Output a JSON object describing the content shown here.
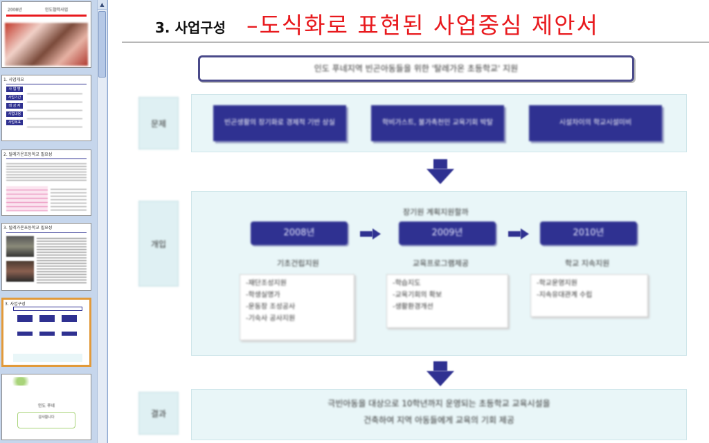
{
  "slide": {
    "title": "3. 사업구성",
    "subtitle": "–도식화로 표현된 사업중심 제안서",
    "topic": "인도 푸네지역 빈곤아동들을 위한 '탈레가온 초등학교' 지원",
    "rows": {
      "problem": {
        "label": "문제",
        "boxes": [
          "빈곤생활의 장기화로 경제적 기반 상실",
          "학비가스트, 불가촉천민 교육기회 박탈",
          "시설차이의 학교시설미비"
        ]
      },
      "intervention": {
        "label": "개입",
        "heading": "장기원 계획지원할까",
        "years": [
          {
            "year": "2008년",
            "caption": "기초건립지원",
            "items": [
              "-재단조성지원",
              "-학생실명가",
              "-운동장 조성공사",
              "-기숙사 공사지원"
            ]
          },
          {
            "year": "2009년",
            "caption": "교육프로그램제공",
            "items": [
              "-학습지도",
              "-교육기회의 확보",
              "-생활환경개선"
            ]
          },
          {
            "year": "2010년",
            "caption": "학교 지속지원",
            "items": [
              "-학교운영지원",
              "-지속유대관계 수립"
            ]
          }
        ]
      },
      "result": {
        "label": "결과",
        "lines": [
          "극빈아동을 대상으로 10학년까지 운영되는 초등학교 교육시설을",
          "건축하여 지역 아동들에게 교육의 기회 제공"
        ]
      }
    }
  },
  "thumbnails": [
    {
      "num": "",
      "lines": [
        "2008년",
        "인도협력사업"
      ]
    },
    {
      "num": "1. 사업개요",
      "lines": [
        "사 업 명",
        "사업기간",
        "대 상 자",
        "사업내용",
        "사업목표"
      ]
    },
    {
      "num": "2. 탈레가온초등학교 필요성",
      "lines": []
    },
    {
      "num": "3. 탈레가온초등학교 필요성",
      "lines": []
    },
    {
      "num": "3. 사업구성",
      "lines": []
    },
    {
      "num": "",
      "lines": [
        "인도 푸네",
        "감사합니다"
      ]
    }
  ],
  "colors": {
    "accent_red": "#e8191d",
    "navy": "#2f3191",
    "band": "#e9f6f8",
    "pane": "#c6d6ec",
    "selected_border": "#e29a3a"
  }
}
